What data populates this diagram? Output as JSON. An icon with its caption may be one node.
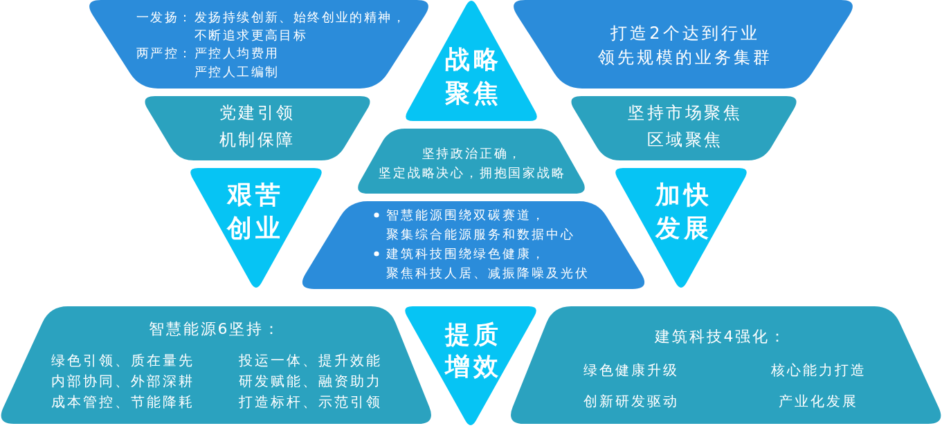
{
  "diagram": {
    "nodes": [
      {
        "text": [
          "一发扬：",
          "发扬持续创新、始终创业的精神，不断追求更高目标",
          "两严控：",
          "严控人均费用",
          "严控人工编制"
        ]
      },
      {
        "text": [
          "战略聚焦"
        ]
      },
      {
        "text": [
          "打造2个达到行业领先规模的业务集群"
        ]
      },
      {
        "text": [
          "党建引领机制保障"
        ]
      },
      {
        "text": [
          "坚持市场聚焦区域聚焦"
        ]
      },
      {
        "text": [
          "坚持政治正确，坚定战略决心，拥抱国家战略"
        ]
      },
      {
        "text": [
          "艰苦创业"
        ]
      },
      {
        "text": [
          "加快发展"
        ]
      },
      {
        "text": [
          "智慧能源围绕双碳赛道，聚集综合能源服务和数据中心",
          "建筑科技围绕绿色健康，聚焦科技人居、减振降噪及光伏"
        ]
      },
      {
        "text": [
          "智慧能源6坚持：",
          "绿色引领、质在量先",
          "投运一体、提升效能",
          "内部协同、外部深耕",
          "研发赋能、融资助力",
          "成本管控、节能降耗",
          "打造标杆、示范引领"
        ]
      },
      {
        "text": [
          "提质增效"
        ]
      },
      {
        "text": [
          "建筑科技4强化：",
          "绿色健康升级",
          "核心能力打造",
          "创新研发驱动",
          "产业化发展"
        ]
      }
    ]
  }
}
